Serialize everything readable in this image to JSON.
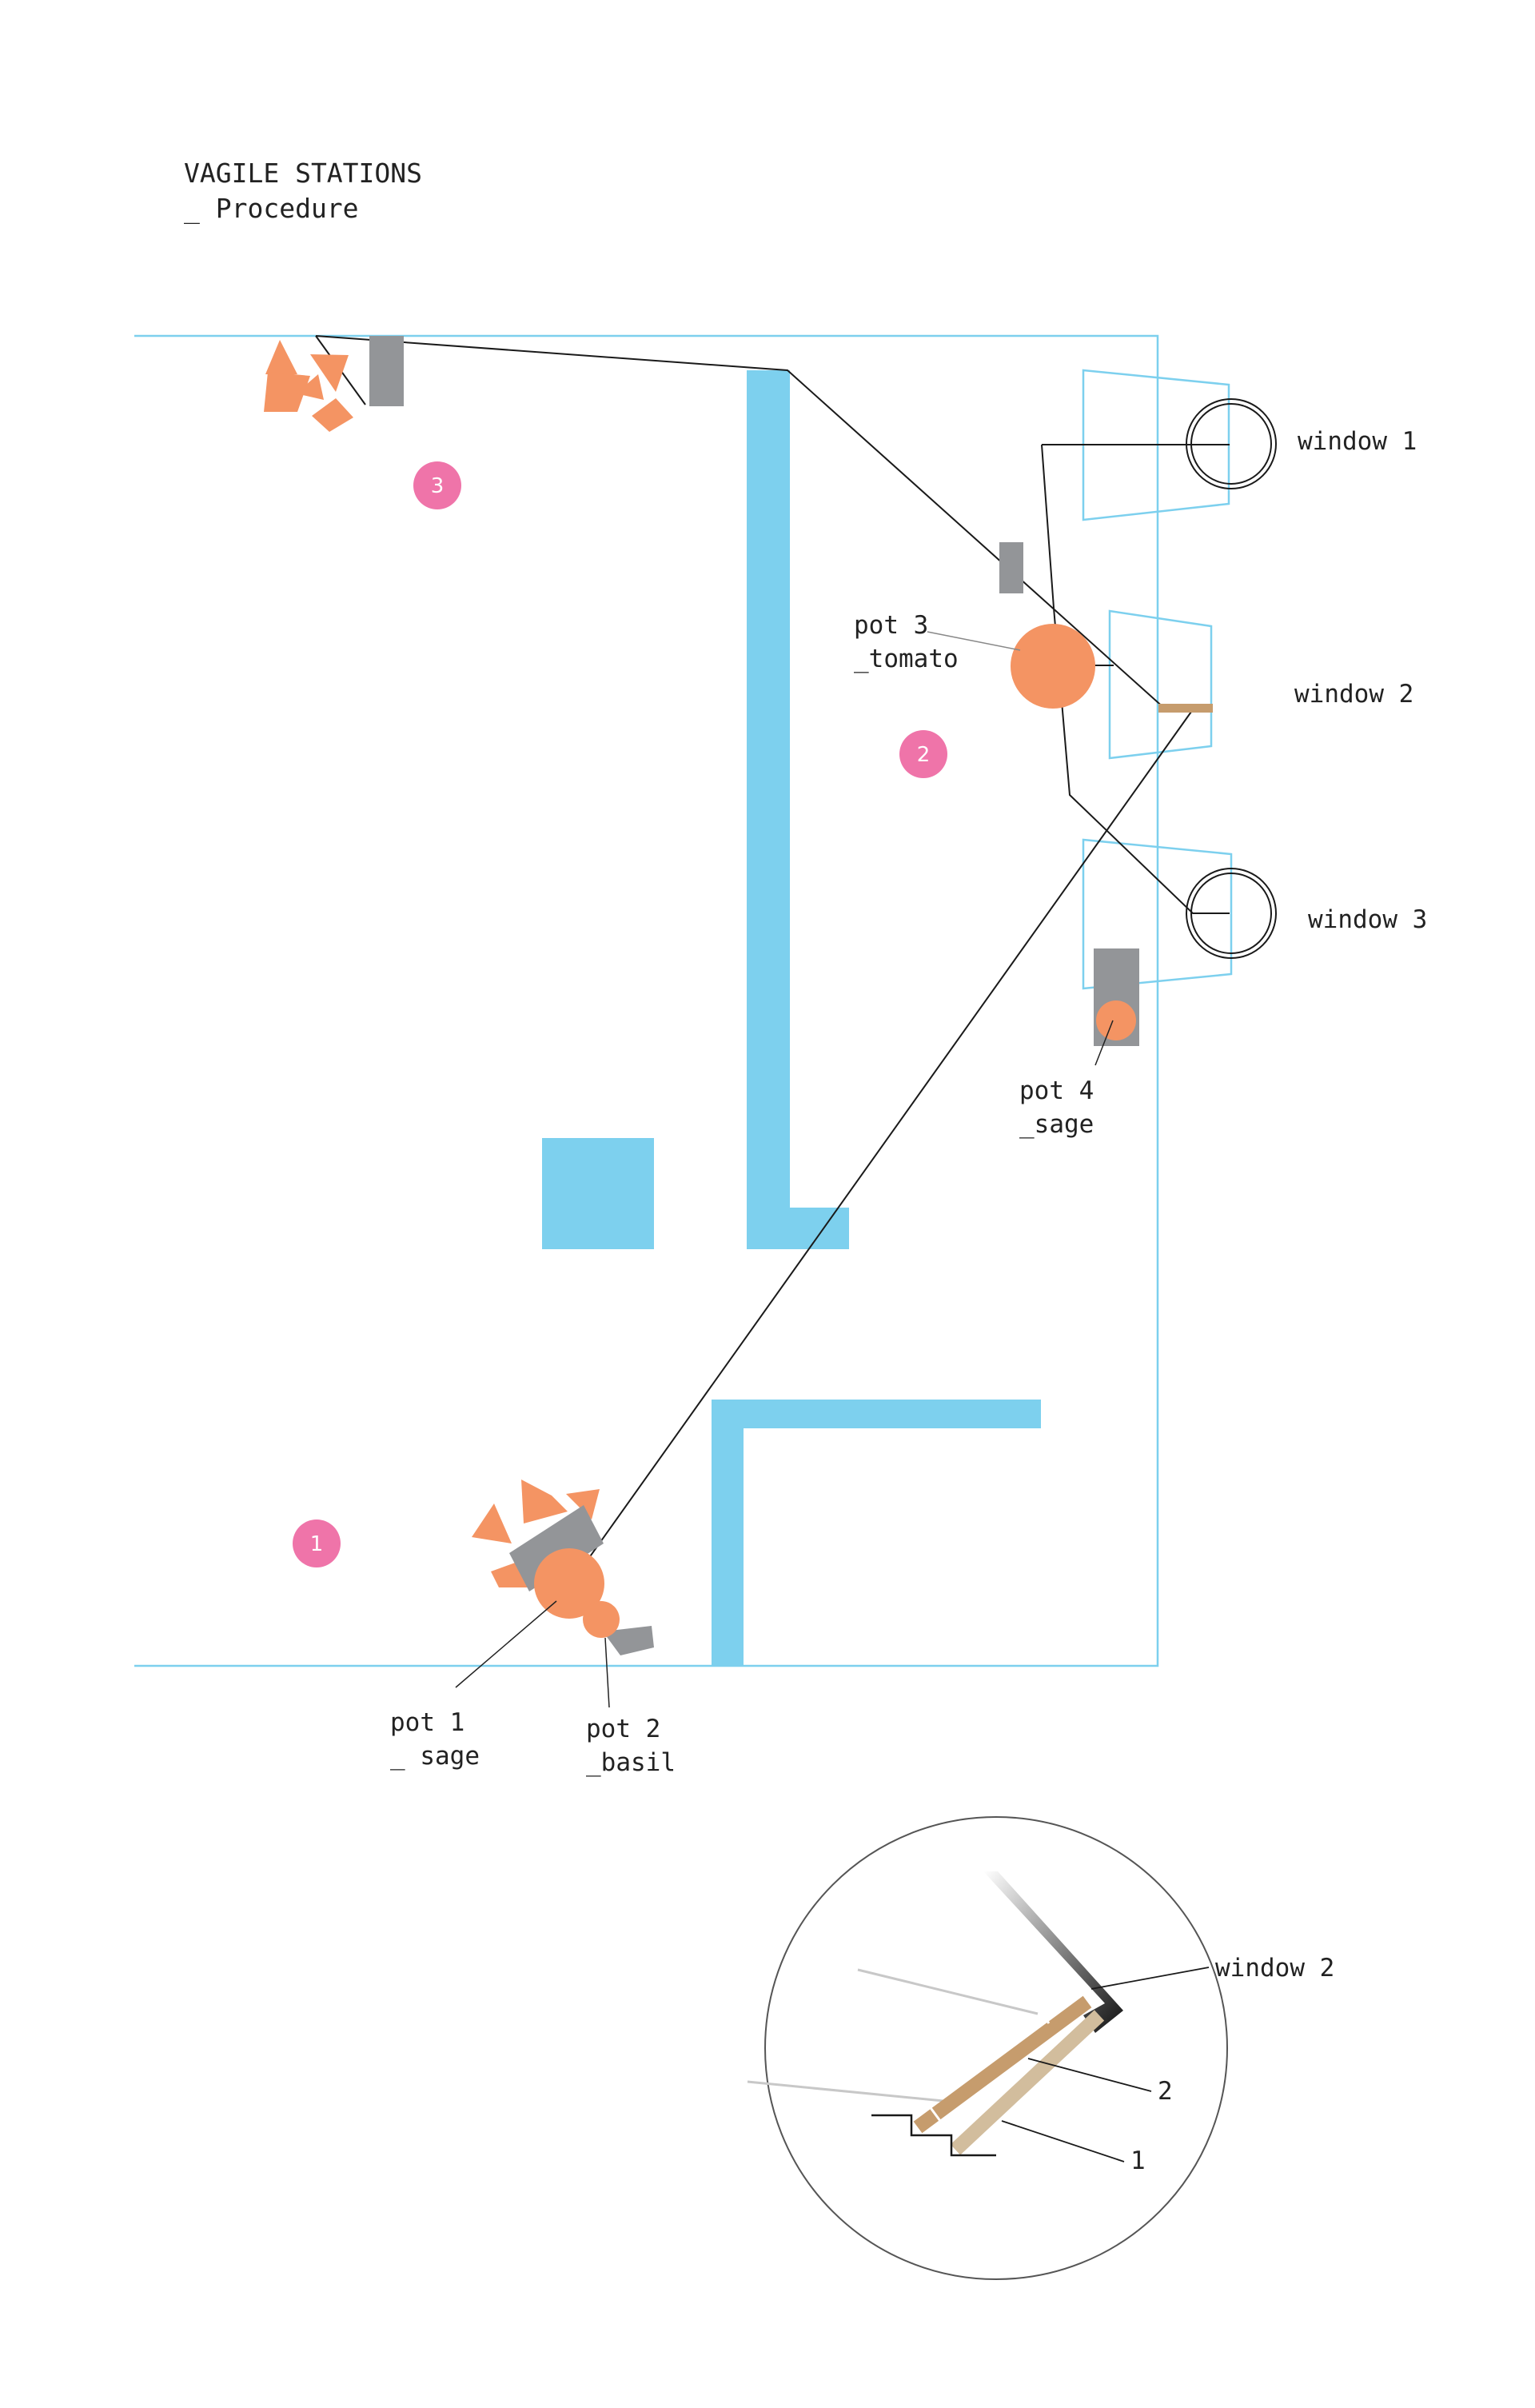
{
  "title": {
    "line1": "VAGILE STATIONS",
    "line2": "_ Procedure"
  },
  "colors": {
    "wall": "#7dd0ee",
    "outline": "#7dd0ee",
    "pot": "#f49463",
    "gray": "#939598",
    "badge": "#ef74a9",
    "line": "#1a1a1a",
    "tan": "#c69c6d",
    "light_tan": "#d2bd9d"
  },
  "stations": [
    {
      "number": "1"
    },
    {
      "number": "2"
    },
    {
      "number": "3"
    }
  ],
  "labels": {
    "window1": "window 1",
    "window2": "window 2",
    "window3": "window 3",
    "pot1": {
      "line1": "pot 1",
      "line2": "_ sage"
    },
    "pot2": {
      "line1": "pot 2",
      "line2": "_basil"
    },
    "pot3": {
      "line1": "pot 3",
      "line2": "_tomato"
    },
    "pot4": {
      "line1": "pot 4",
      "line2": "_sage"
    }
  },
  "detail": {
    "window_label": "window 2",
    "part2": "2",
    "part1": "1"
  }
}
